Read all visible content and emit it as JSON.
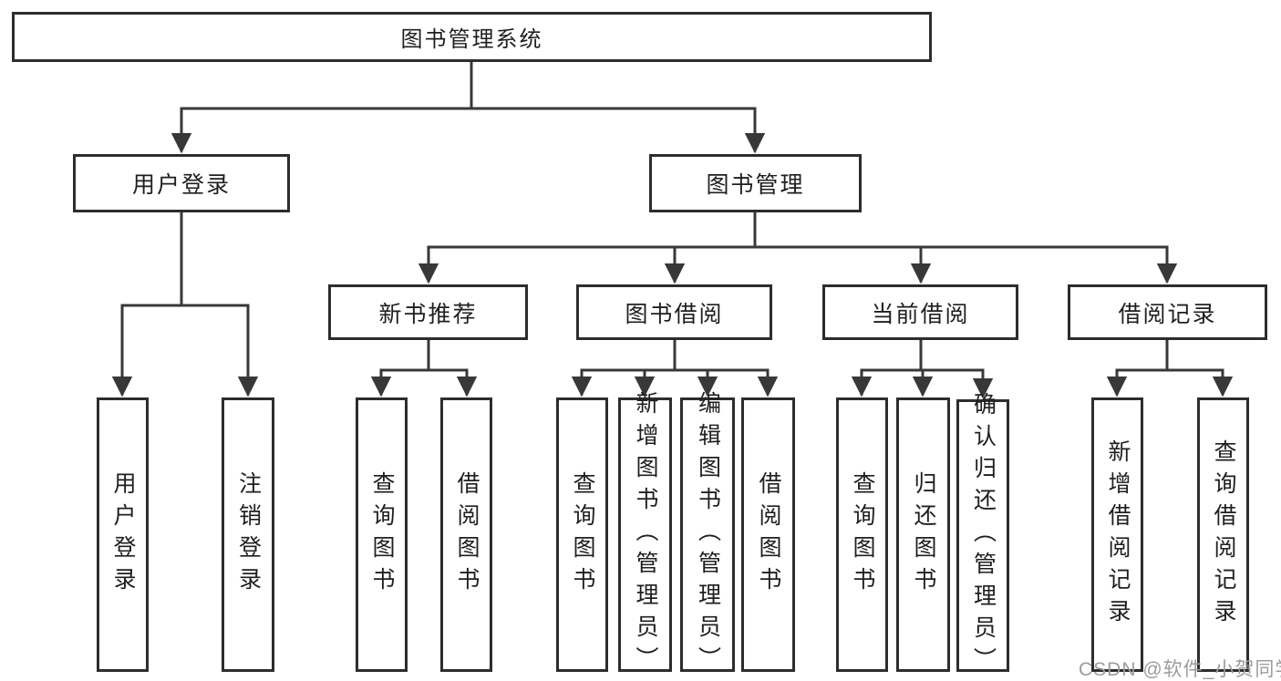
{
  "tree": {
    "label": "图书管理系统",
    "children": [
      {
        "label": "用户登录",
        "children": [
          {
            "label": "用户登录"
          },
          {
            "label": "注销登录"
          }
        ]
      },
      {
        "label": "图书管理",
        "children": [
          {
            "label": "新书推荐",
            "children": [
              {
                "label": "查询图书"
              },
              {
                "label": "借阅图书"
              }
            ]
          },
          {
            "label": "图书借阅",
            "children": [
              {
                "label": "查询图书"
              },
              {
                "label": "新增图书（管理员）"
              },
              {
                "label": "编辑图书（管理员）"
              },
              {
                "label": "借阅图书"
              }
            ]
          },
          {
            "label": "当前借阅",
            "children": [
              {
                "label": "查询图书"
              },
              {
                "label": "归还图书"
              },
              {
                "label": "确认归还（管理员）"
              }
            ]
          },
          {
            "label": "借阅记录",
            "children": [
              {
                "label": "新增借阅记录"
              },
              {
                "label": "查询借阅记录"
              }
            ]
          }
        ]
      }
    ]
  },
  "watermark": {
    "text": "CSDN @软件_小贺同学"
  },
  "colors": {
    "line": "#383838",
    "box_border": "#2d2d2d",
    "text": "#1f1f1f",
    "watermark": "#9c9c9c",
    "background": "#ffffff"
  }
}
